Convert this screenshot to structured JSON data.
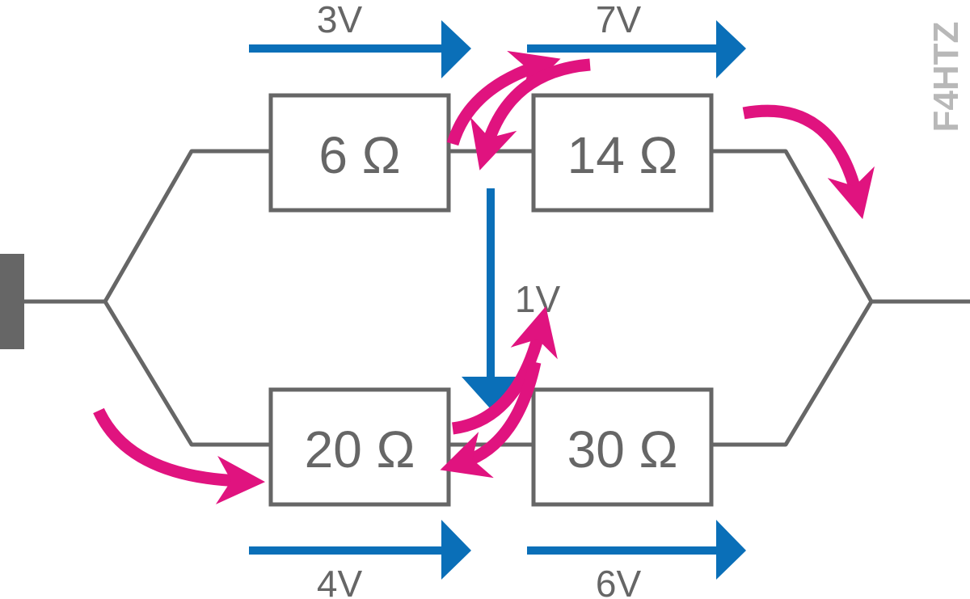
{
  "diagram": {
    "resistors": {
      "r_top_left": "6 Ω",
      "r_top_right": "14 Ω",
      "r_bottom_left": "20 Ω",
      "r_bottom_right": "30 Ω"
    },
    "voltages": {
      "v_top_left": "3V",
      "v_top_right": "7V",
      "v_middle": "1V",
      "v_bottom_left": "4V",
      "v_bottom_right": "6V"
    },
    "watermark": "F4HTZ",
    "colors": {
      "wire": "#666666",
      "voltage_arrow": "#0a6fb8",
      "current_arrow": "#e0137f",
      "terminal": "#666666",
      "watermark": "#b8b8b8"
    }
  }
}
